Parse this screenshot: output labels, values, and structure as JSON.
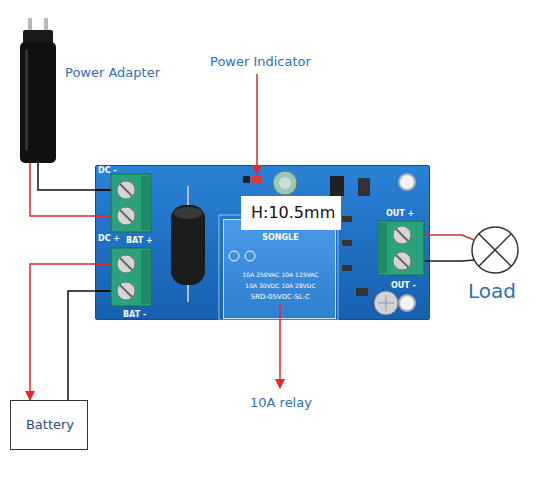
{
  "diagram": {
    "nodes": [
      {
        "text": [
          "Power Adapter"
        ]
      },
      {
        "text": [
          "DC -",
          "DC +",
          "BAT +",
          "BAT -",
          "OUT +",
          "OUT -"
        ]
      },
      {
        "text": [
          "SONGLE",
          "10A 250VAC 10A 125VAC",
          "10A 30VDC 10A 28VDC",
          "SRD-05VDC-SL-C"
        ],
        "in": 1
      },
      {
        "text": [
          "Battery"
        ]
      },
      {
        "text": [
          "Load"
        ]
      }
    ],
    "edges": [
      {
        "from": 0,
        "to": 1,
        "arrow": "none"
      },
      {
        "from": 0,
        "to": 1,
        "arrow": "none"
      },
      {
        "from": 1,
        "to": 3,
        "arrow": "to"
      },
      {
        "from": 1,
        "to": 3,
        "arrow": "none"
      },
      {
        "from": 1,
        "to": 4,
        "arrow": "none"
      },
      {
        "from": 1,
        "to": 4,
        "arrow": "none"
      }
    ],
    "labels": [
      "Power Indicator",
      "H:10.5mm",
      "10A relay"
    ]
  }
}
